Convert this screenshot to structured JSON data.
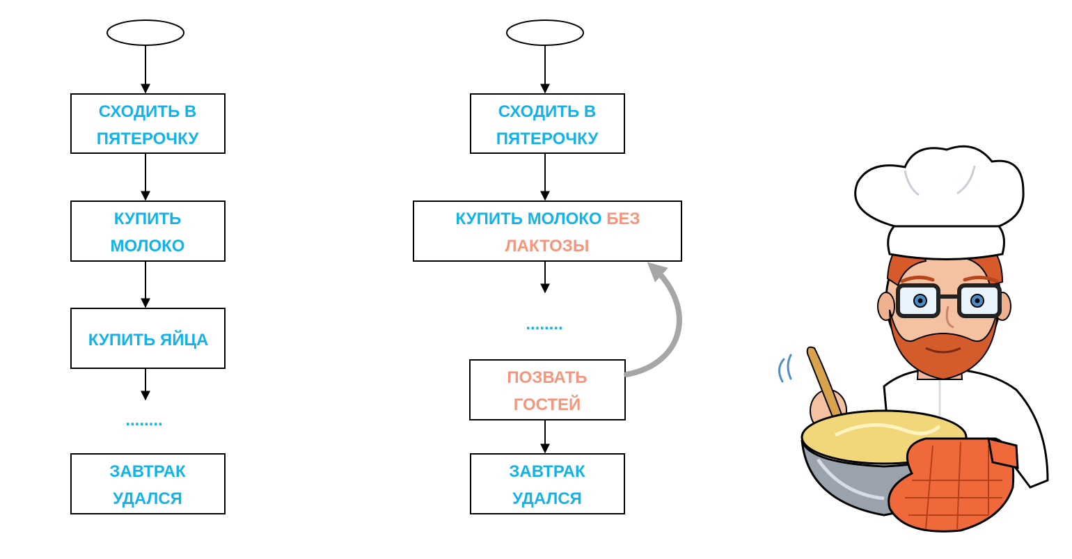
{
  "colors": {
    "accent_blue": "#13b3ea",
    "accent_salmon": "#f7957a",
    "stroke": "#000000",
    "loop_arrow": "#a6a6a6"
  },
  "left_flow": {
    "step1": [
      "СХОДИТЬ В",
      "ПЯТЕРОЧКУ"
    ],
    "step2": [
      "КУПИТЬ",
      "МОЛОКО"
    ],
    "step3": [
      "КУПИТЬ ЯЙЦА"
    ],
    "ellipsis": "........",
    "end": [
      "ЗАВТРАК",
      "УДАЛСЯ"
    ]
  },
  "right_flow": {
    "step1": [
      "СХОДИТЬ В",
      "ПЯТЕРОЧКУ"
    ],
    "step2_part1": "КУПИТЬ МОЛОКО",
    "step2_part2": "БЕЗ",
    "step2_part3": "ЛАКТОЗЫ",
    "ellipsis": "........",
    "step3": [
      "ПОЗВАТЬ",
      "ГОСТЕЙ"
    ],
    "end": [
      "ЗАВТРАК",
      "УДАЛСЯ"
    ]
  },
  "illustration": "chef-mixing-bowl"
}
